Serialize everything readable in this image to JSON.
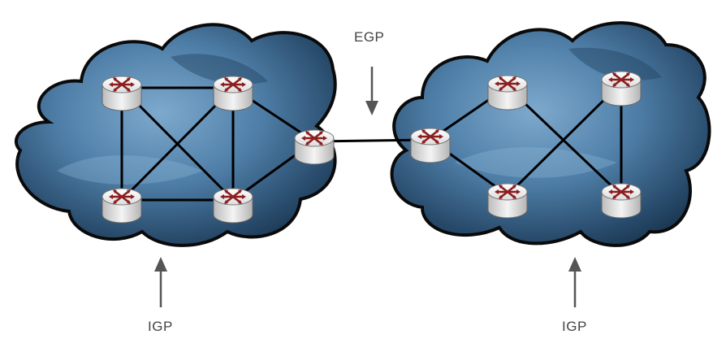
{
  "labels": {
    "egp": "EGP",
    "igp_left": "IGP",
    "igp_right": "IGP"
  },
  "colors": {
    "cloud_outline": "#0a0a0a",
    "cloud_fill_dark": "#1e3d58",
    "cloud_fill_light": "#6f9cc2",
    "link": "#000000",
    "router_top": "#f2f2f2",
    "router_side": "#d5d5d5",
    "router_arrow": "#8b1e1e",
    "arrow": "#555555"
  },
  "icons": [
    "cloud-shape",
    "router-icon",
    "arrow-icon"
  ]
}
